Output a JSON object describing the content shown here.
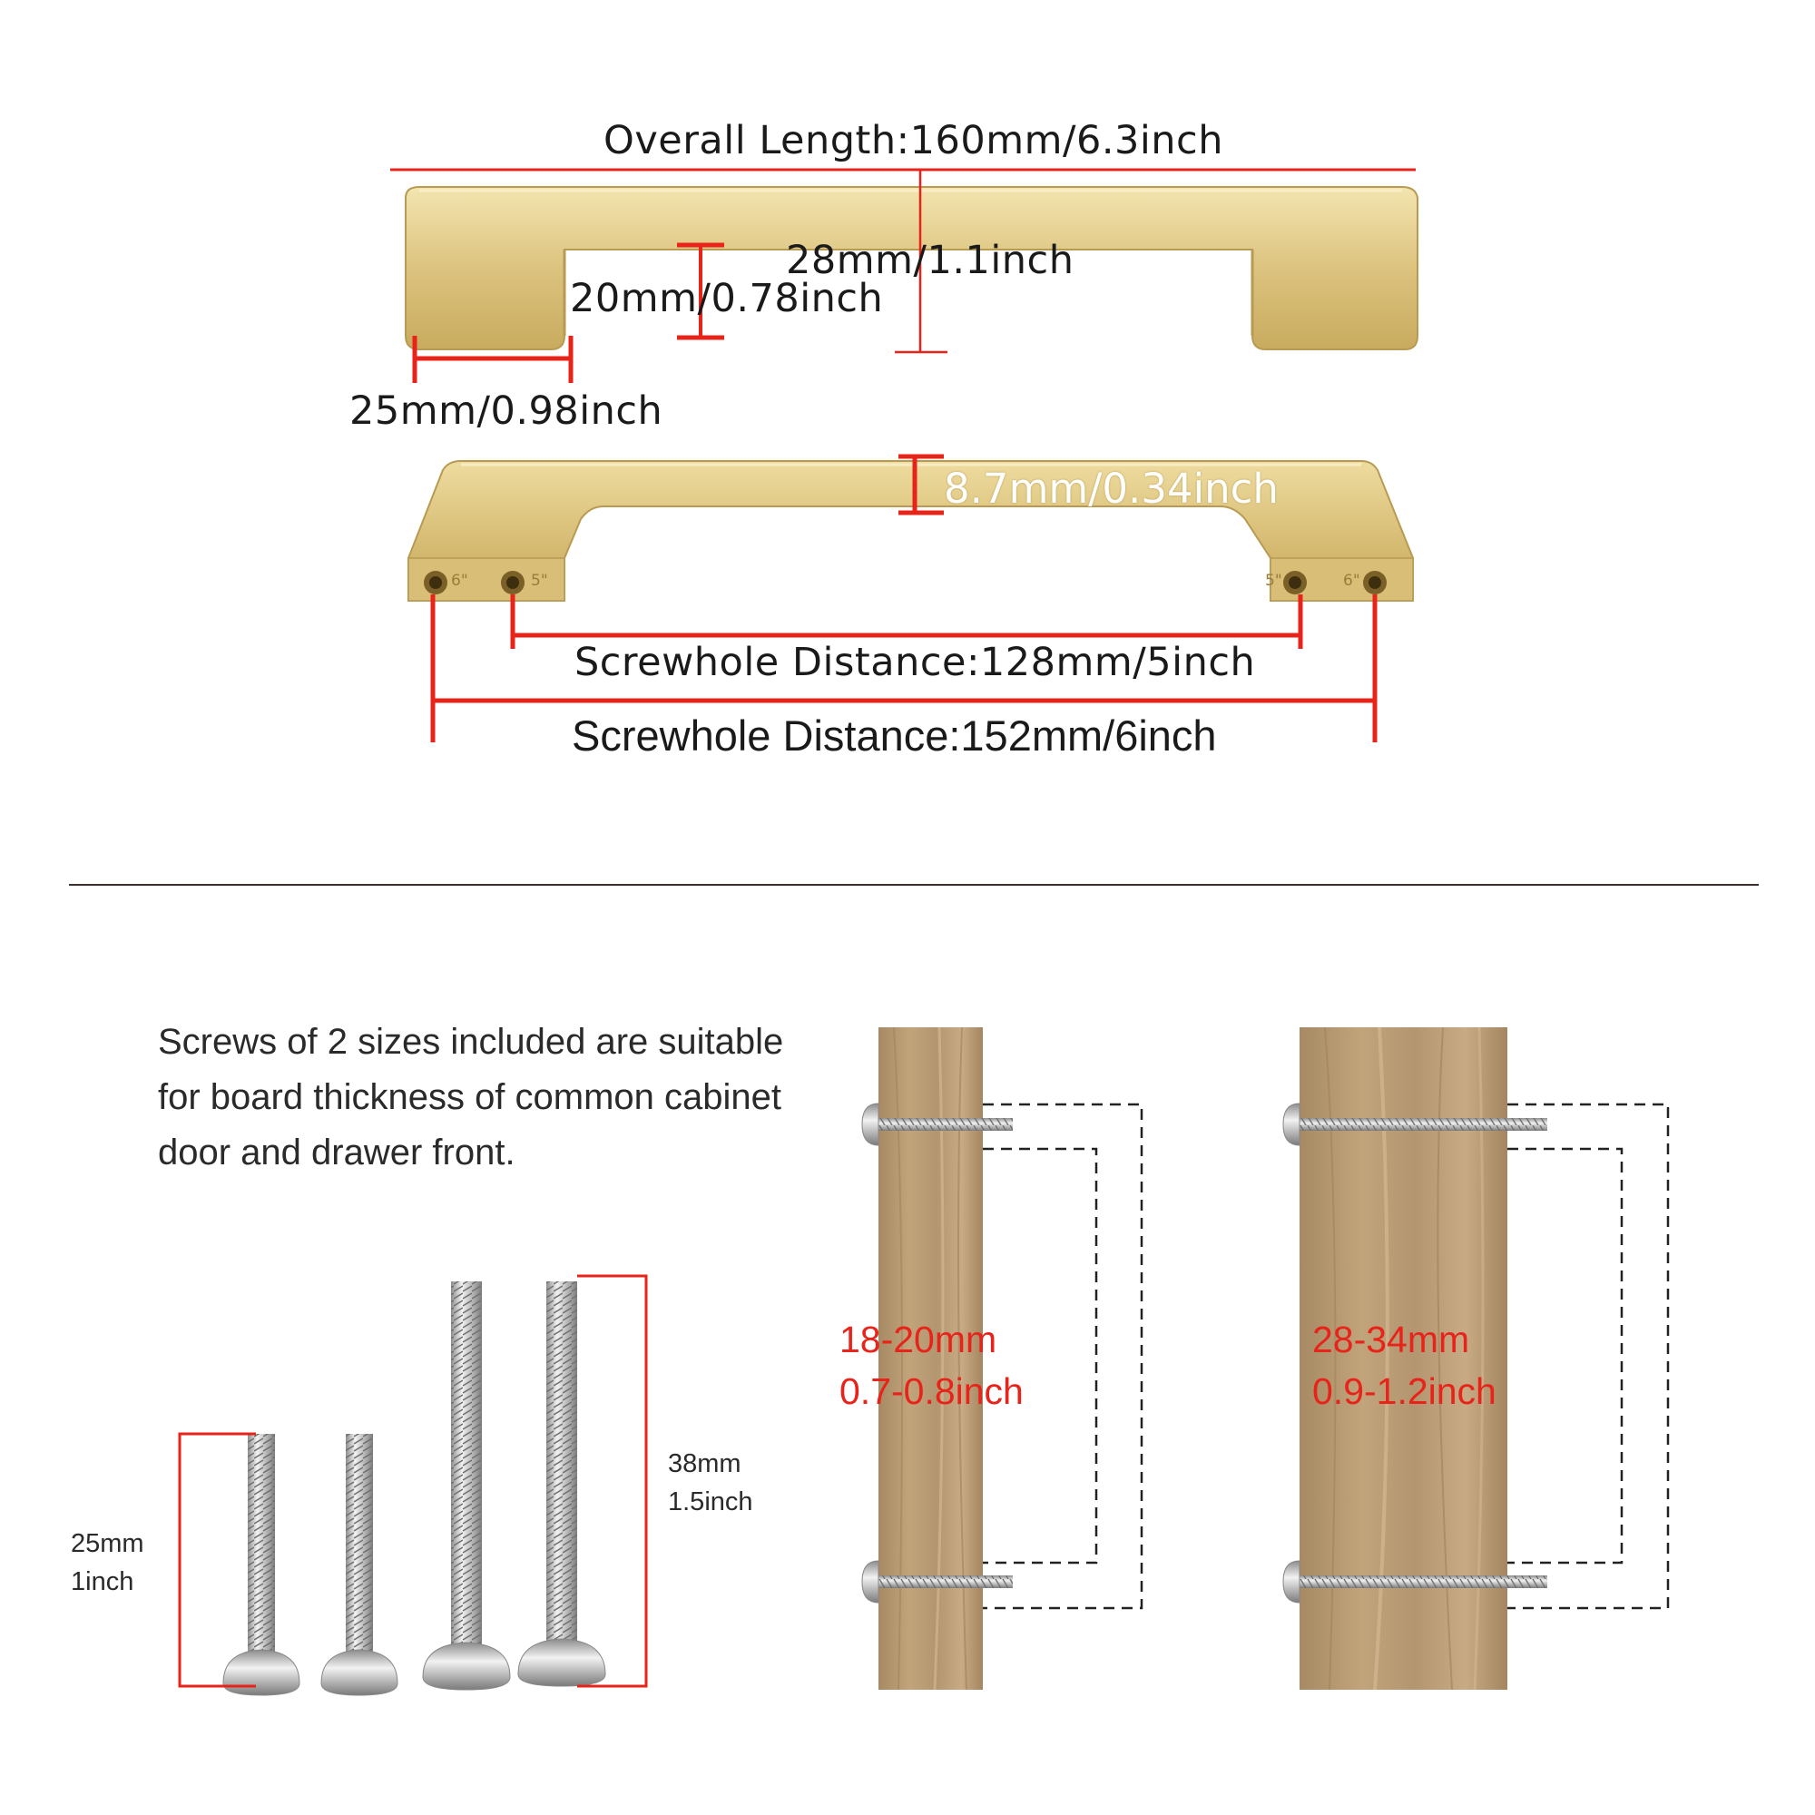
{
  "dimensions": {
    "overall_length": "Overall Length:160mm/6.3inch",
    "height": "28mm/1.1inch",
    "inner_height": "20mm/0.78inch",
    "foot_length": "25mm/0.98inch",
    "bar_thickness": "8.7mm/0.34inch",
    "screwhole_5": "Screwhole Distance:128mm/5inch",
    "screwhole_6": "Screwhole Distance:152mm/6inch",
    "hole_mark_6": "6\"",
    "hole_mark_5": "5\""
  },
  "screws": {
    "description": "Screws of 2 sizes included are suitable for board thickness of common cabinet door and drawer front.",
    "short_length": "25mm 1inch",
    "long_length": "38mm 1.5inch"
  },
  "boards": [
    {
      "mm": "18-20mm",
      "inch": "0.7-0.8inch"
    },
    {
      "mm": "28-34mm",
      "inch": "0.9-1.2inch"
    }
  ],
  "colors": {
    "gold": "#d9c07a",
    "red": "#e8231a",
    "wood": "#b59770"
  }
}
